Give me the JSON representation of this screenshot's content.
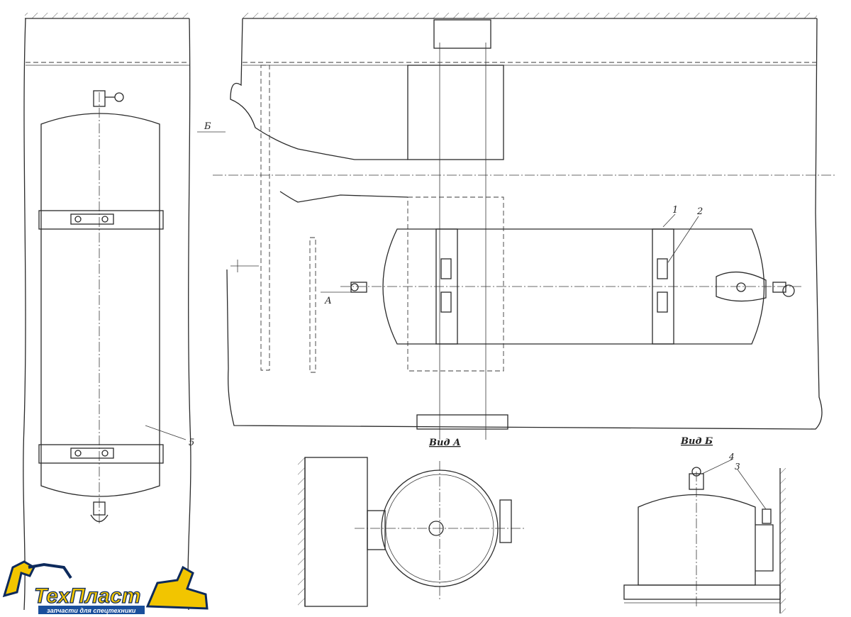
{
  "labels": {
    "view_b_mark": "Б",
    "view_a_mark": "А",
    "pos_1": "1",
    "pos_2": "2",
    "pos_5": "5",
    "pos_3": "3",
    "pos_4": "4",
    "view_a_title": "Вид А",
    "view_b_title": "Вид Б"
  },
  "logo": {
    "name_part1": "Тех",
    "name_part2": "Пласт",
    "tagline": "запчасти для спецтехники",
    "colors": {
      "primary": "#1a4f9c",
      "accent": "#f2c500",
      "outline": "#0d2a5c"
    }
  }
}
